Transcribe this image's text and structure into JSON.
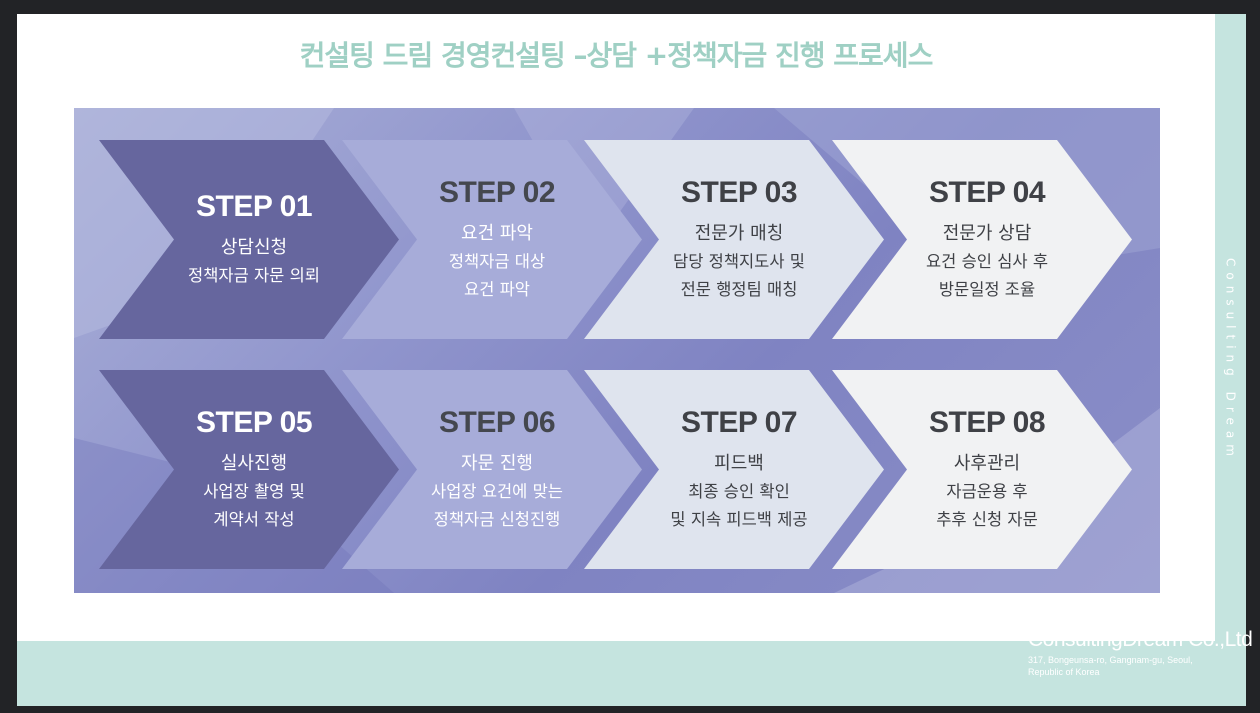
{
  "title": "컨설팅 드림 경영컨설팅 –상담 +정책자금 진행 프로세스",
  "side_text": "Consulting Dream",
  "company": {
    "name": "ConsultingDream Co.,Ltd",
    "address": "317, Bongeunsa-ro, Gangnam-gu, Seoul, Republic of Korea"
  },
  "colors": {
    "title": "#9fd0c4",
    "footer_band": "#c5e4df",
    "chevron_dark": "#66669e",
    "chevron_mid": "#a7acd9",
    "chevron_light": "#dfe4ee",
    "chevron_lightest": "#f1f2f3",
    "panel": "#8f94cc"
  },
  "steps": [
    {
      "step": "STEP 01",
      "title": "상담신청",
      "lines": [
        "정책자금 자문 의뢰"
      ],
      "tone": "dark"
    },
    {
      "step": "STEP 02",
      "title": "요건 파악",
      "lines": [
        "정책자금 대상",
        "요건 파악"
      ],
      "tone": "mid"
    },
    {
      "step": "STEP 03",
      "title": "전문가 매칭",
      "lines": [
        "담당 정책지도사 및",
        "전문 행정팀 매칭"
      ],
      "tone": "light"
    },
    {
      "step": "STEP 04",
      "title": "전문가 상담",
      "lines": [
        "요건 승인 심사 후",
        "방문일정 조율"
      ],
      "tone": "lightest"
    },
    {
      "step": "STEP 05",
      "title": "실사진행",
      "lines": [
        "사업장 촬영 및",
        "계약서 작성"
      ],
      "tone": "dark"
    },
    {
      "step": "STEP 06",
      "title": "자문 진행",
      "lines": [
        "사업장 요건에 맞는",
        "정책자금 신청진행"
      ],
      "tone": "mid"
    },
    {
      "step": "STEP 07",
      "title": "피드백",
      "lines": [
        "최종 승인 확인",
        "및 지속 피드백 제공"
      ],
      "tone": "light"
    },
    {
      "step": "STEP 08",
      "title": "사후관리",
      "lines": [
        "자금운용 후",
        "추후 신청 자문"
      ],
      "tone": "lightest"
    }
  ]
}
